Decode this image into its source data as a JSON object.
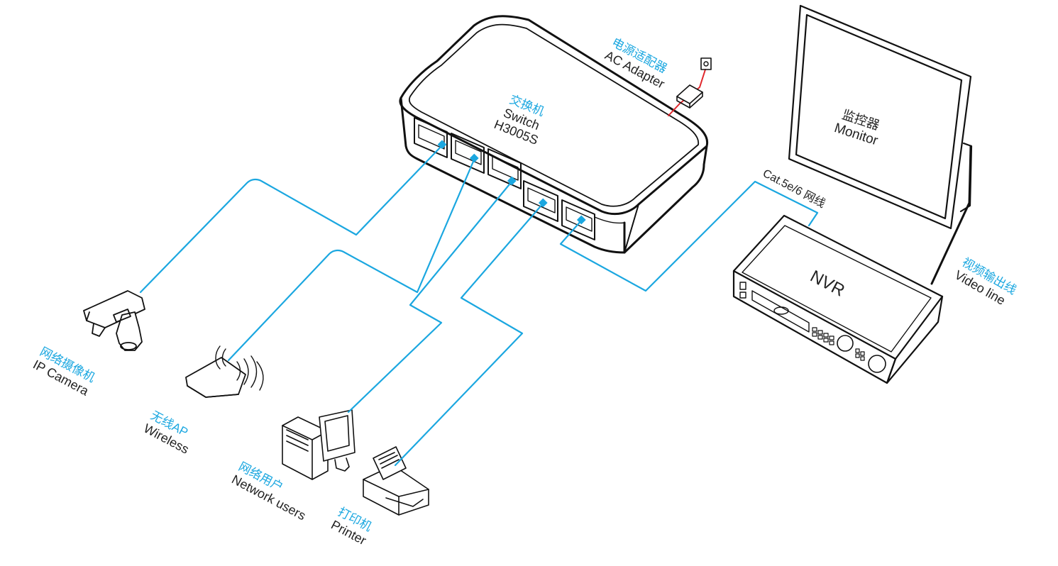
{
  "colors": {
    "cable": "#1ba7e0",
    "label_cn": "#1ba7e0",
    "label_en": "#222222",
    "power_cable": "#e0262b",
    "outline": "#111111"
  },
  "switch": {
    "cn": "交换机",
    "en": "Switch",
    "model": "H3005S"
  },
  "adapter": {
    "cn": "电源适配器",
    "en": "AC Adapter"
  },
  "monitor": {
    "cn": "监控器",
    "en": "Monitor"
  },
  "nvr": {
    "label": "NVR"
  },
  "cat_cable": {
    "label": "Cat.5e/6 网线"
  },
  "video_line": {
    "cn": "视频输出线",
    "en": "Video line"
  },
  "ip_camera": {
    "cn": "网络摄像机",
    "en": "IP Camera"
  },
  "wireless_ap": {
    "cn": "无线AP",
    "en": "Wireless"
  },
  "network_users": {
    "cn": "网络用户",
    "en": "Network users"
  },
  "printer": {
    "cn": "打印机",
    "en": "Printer"
  }
}
